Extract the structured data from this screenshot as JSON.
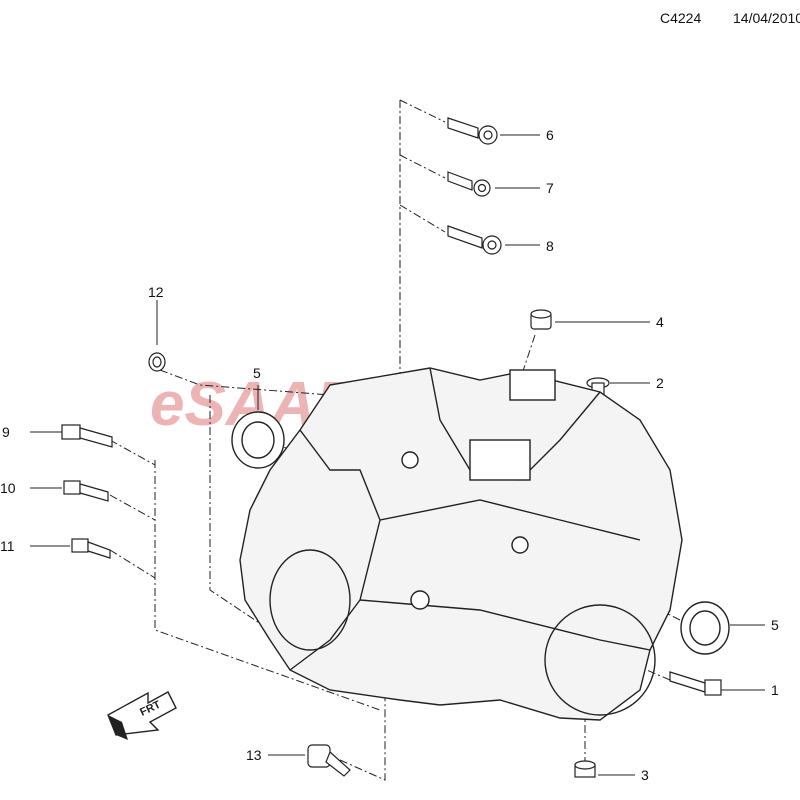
{
  "header": {
    "code": "C4224",
    "date": "14/04/2010"
  },
  "watermark": "eSAABPARTS",
  "front_marker": "FRT",
  "callouts": {
    "c1": "1",
    "c2": "2",
    "c3": "3",
    "c4": "4",
    "c5a": "5",
    "c5b": "5",
    "c6": "6",
    "c7": "7",
    "c8": "8",
    "c9": "9",
    "c10": "10",
    "c11": "11",
    "c12": "12",
    "c13": "13"
  },
  "colors": {
    "line": "#222222",
    "watermark": "#e8a2a2",
    "housing_fill": "#f4f4f4"
  }
}
